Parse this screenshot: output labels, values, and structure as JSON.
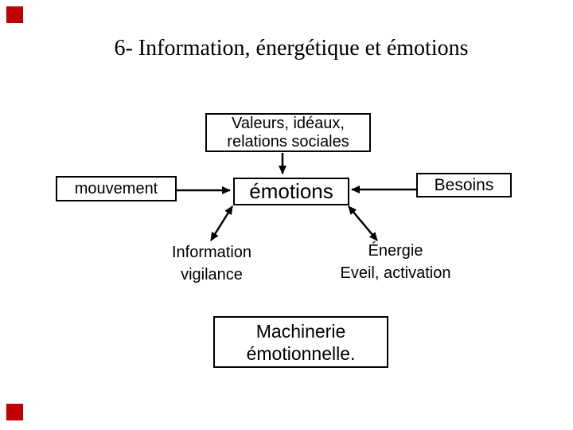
{
  "slide": {
    "title": "6- Information, énergétique et émotions",
    "nodes": {
      "valeurs": {
        "line1": "Valeurs, idéaux,",
        "line2": "relations sociales"
      },
      "mouvement": {
        "label": "mouvement"
      },
      "emotions": {
        "label": "émotions"
      },
      "besoins": {
        "label": "Besoins"
      },
      "information": {
        "line1": "Information",
        "line2": "vigilance"
      },
      "energie": {
        "line1": "Énergie",
        "line2": "Eveil, activation"
      },
      "machinerie": {
        "line1": "Machinerie",
        "line2": "émotionnelle."
      }
    },
    "edges": [
      {
        "from": "valeurs",
        "to": "emotions",
        "direction": "one-way"
      },
      {
        "from": "mouvement",
        "to": "emotions",
        "direction": "one-way"
      },
      {
        "from": "besoins",
        "to": "emotions",
        "direction": "one-way"
      },
      {
        "from": "emotions",
        "to": "information",
        "direction": "two-way"
      },
      {
        "from": "emotions",
        "to": "energie",
        "direction": "two-way"
      }
    ],
    "colors": {
      "background": "#ffffff",
      "line": "#000000",
      "box_border": "#000000",
      "corner_marker_red": "#c00000"
    }
  }
}
